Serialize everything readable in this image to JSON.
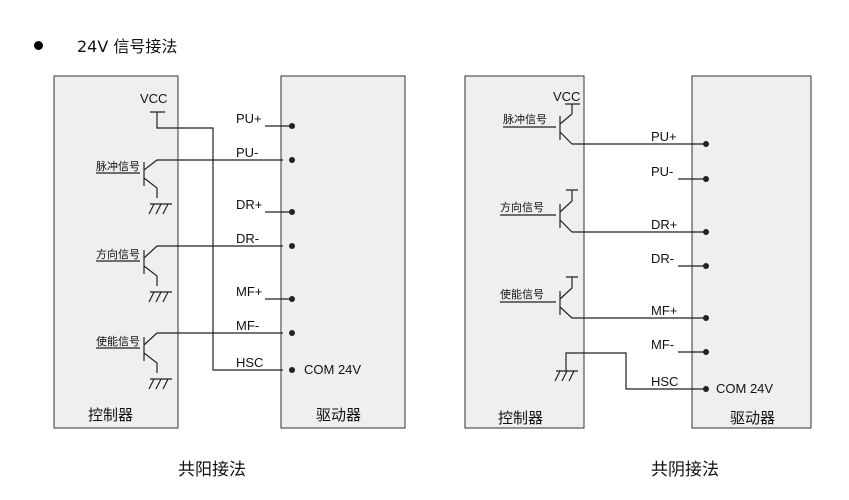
{
  "heading": {
    "text": "24V 信号接法",
    "bullet": "bullet-icon"
  },
  "left": {
    "caption": "共阳接法",
    "controller_label": "控制器",
    "driver_label": "驱动器",
    "vcc": "VCC",
    "signals": [
      "脉冲信号",
      "方向信号",
      "使能信号"
    ],
    "pins": [
      "PU+",
      "PU-",
      "DR+",
      "DR-",
      "MF+",
      "MF-",
      "HSC"
    ],
    "com": "COM 24V"
  },
  "right": {
    "caption": "共阴接法",
    "controller_label": "控制器",
    "driver_label": "驱动器",
    "vcc": "VCC",
    "signals": [
      "脉冲信号",
      "方向信号",
      "使能信号"
    ],
    "pins": [
      "PU+",
      "PU-",
      "DR+",
      "DR-",
      "MF+",
      "MF-",
      "HSC"
    ],
    "com": "COM 24V"
  }
}
